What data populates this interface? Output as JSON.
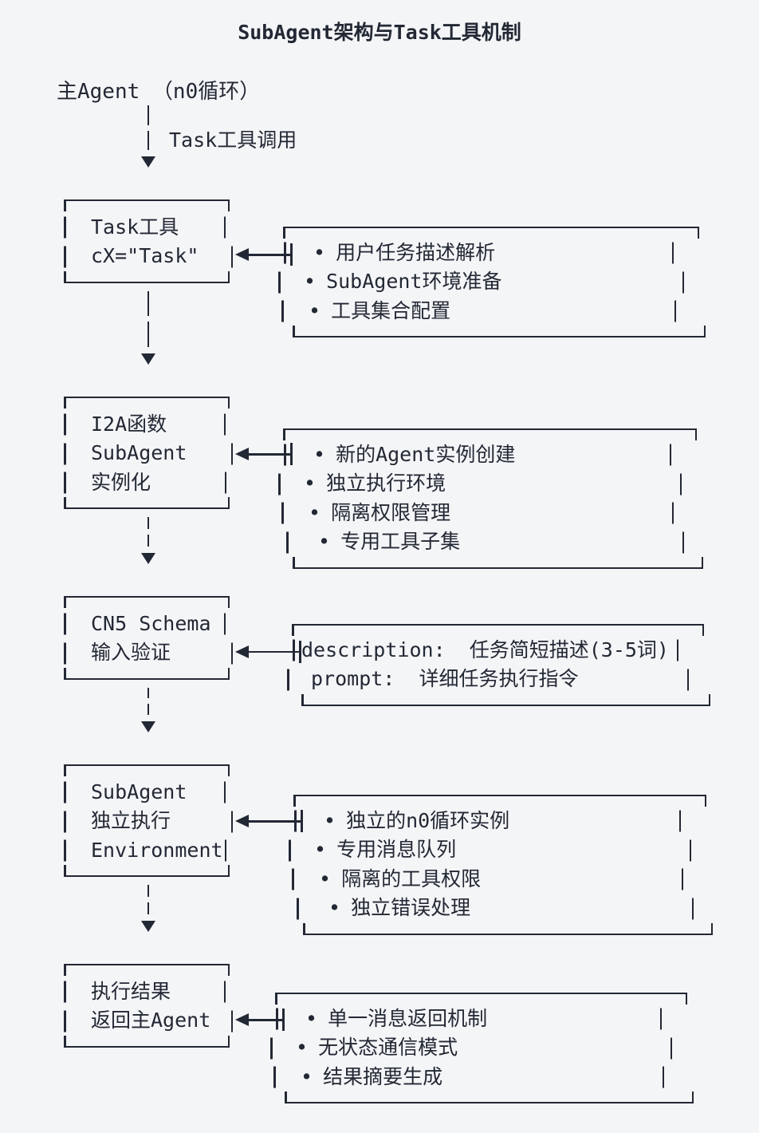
{
  "title": "SubAgent架构与Task工具机制",
  "colors": {
    "background": "#f4f5f7",
    "ink": "#222834"
  },
  "bullet_char": "•",
  "main_agent": {
    "label": "主Agent （n0循环）"
  },
  "task_call_label": "Task工具调用",
  "flow": [
    {
      "name": "task-tool",
      "box_lines": [
        "Task工具",
        "cX=\"Task\""
      ],
      "details": [
        {
          "bullet": true,
          "text": "用户任务描述解析"
        },
        {
          "bullet": true,
          "text": "SubAgent环境准备"
        },
        {
          "bullet": true,
          "text": "工具集合配置"
        }
      ]
    },
    {
      "name": "i2a-instantiation",
      "box_lines": [
        "I2A函数",
        "SubAgent",
        "实例化"
      ],
      "details": [
        {
          "bullet": true,
          "text": "新的Agent实例创建"
        },
        {
          "bullet": true,
          "text": "独立执行环境"
        },
        {
          "bullet": true,
          "text": "隔离权限管理"
        },
        {
          "bullet": true,
          "text": "专用工具子集"
        }
      ]
    },
    {
      "name": "cn5-schema-validation",
      "box_lines": [
        "CN5 Schema",
        "输入验证"
      ],
      "details": [
        {
          "bullet": false,
          "text": "description:  任务简短描述(3-5词)"
        },
        {
          "bullet": false,
          "text": "prompt:  详细任务执行指令"
        }
      ]
    },
    {
      "name": "subagent-environment",
      "box_lines": [
        "SubAgent",
        "独立执行",
        "Environment"
      ],
      "details": [
        {
          "bullet": true,
          "text": "独立的n0循环实例"
        },
        {
          "bullet": true,
          "text": "专用消息队列"
        },
        {
          "bullet": true,
          "text": "隔离的工具权限"
        },
        {
          "bullet": true,
          "text": "独立错误处理"
        }
      ]
    },
    {
      "name": "result-return",
      "box_lines": [
        "执行结果",
        "返回主Agent"
      ],
      "details": [
        {
          "bullet": true,
          "text": "单一消息返回机制"
        },
        {
          "bullet": true,
          "text": "无状态通信模式"
        },
        {
          "bullet": true,
          "text": "结果摘要生成"
        }
      ]
    }
  ]
}
